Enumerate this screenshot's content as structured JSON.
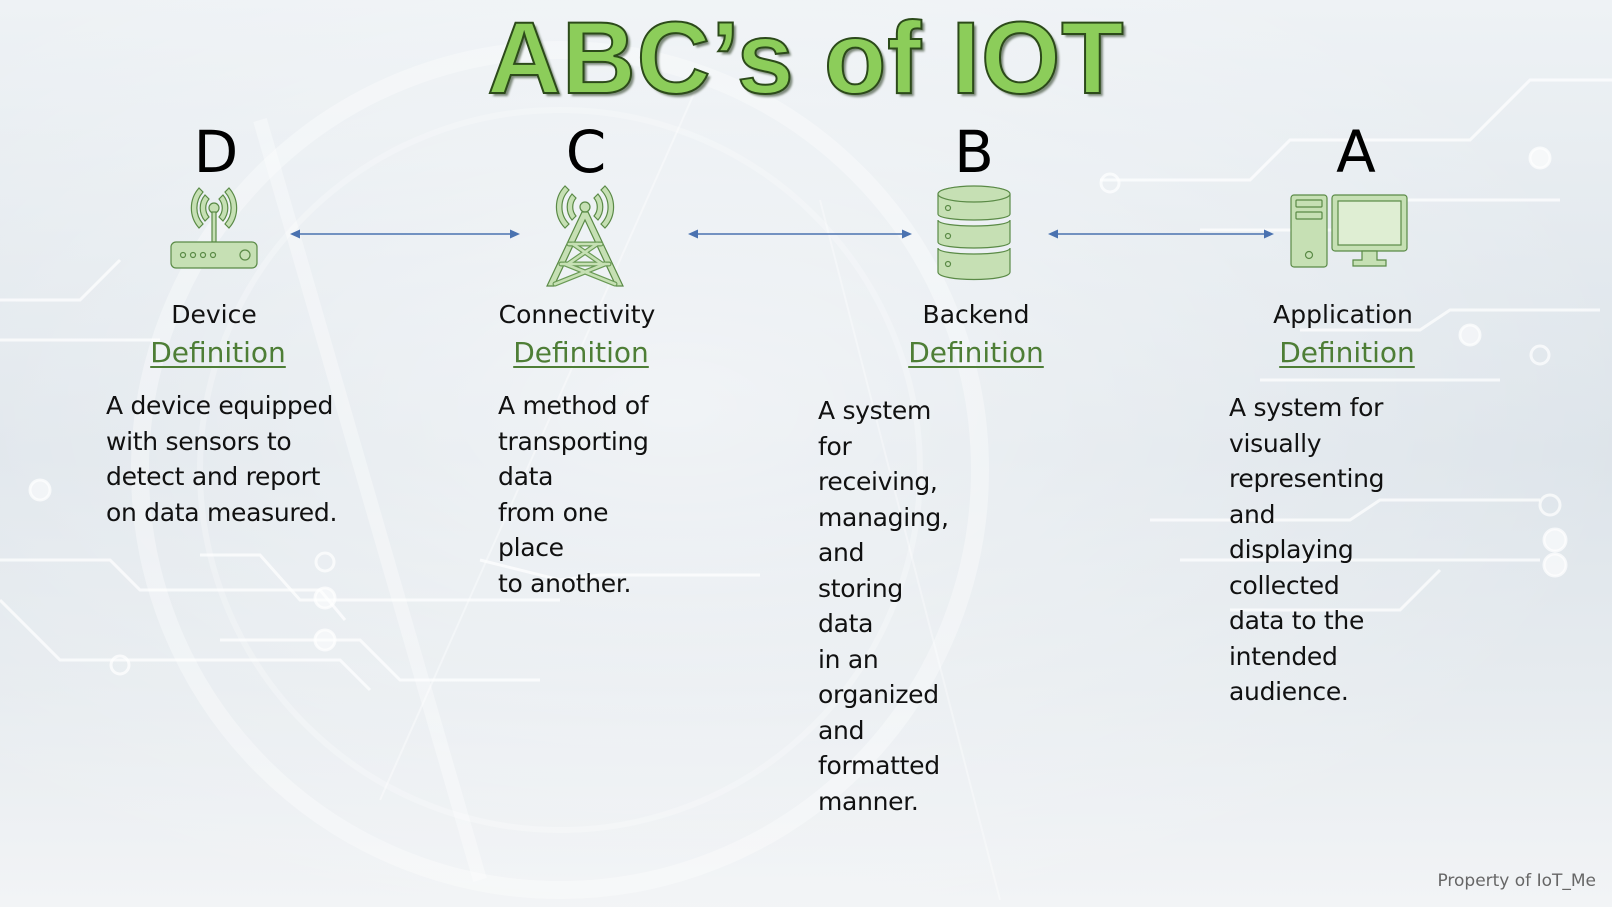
{
  "slide": {
    "title": "ABC’s of IOT",
    "footer": "Property of IoT_Me",
    "colors": {
      "title_fill": "#8ccd5a",
      "title_outline": "#2c4a1a",
      "icon_fill": "#c6e0b4",
      "icon_stroke": "#5a8a46",
      "link": "#4e7e36",
      "arrow": "#4a72b0"
    }
  },
  "columns": [
    {
      "letter": "D",
      "icon": "wifi-router-icon",
      "label": "Device",
      "link": "Definition",
      "description": "A device equipped\nwith sensors to\ndetect and report\non data measured."
    },
    {
      "letter": "C",
      "icon": "cell-tower-icon",
      "label": "Connectivity",
      "link": "Definition",
      "description": "A method of\ntransporting data\nfrom one place\nto another."
    },
    {
      "letter": "B",
      "icon": "database-icon",
      "label": "Backend",
      "link": "Definition",
      "description": "A system for receiving,\nmanaging, and storing data\nin an organized and\nformatted manner."
    },
    {
      "letter": "A",
      "icon": "desktop-computer-icon",
      "label": "Application",
      "link": "Definition",
      "description": "A system for visually\nrepresenting and displaying\ncollected data to the\nintended audience."
    }
  ],
  "connectors": [
    {
      "from": "D",
      "to": "C",
      "type": "double-arrow"
    },
    {
      "from": "C",
      "to": "B",
      "type": "double-arrow"
    },
    {
      "from": "B",
      "to": "A",
      "type": "double-arrow"
    }
  ]
}
